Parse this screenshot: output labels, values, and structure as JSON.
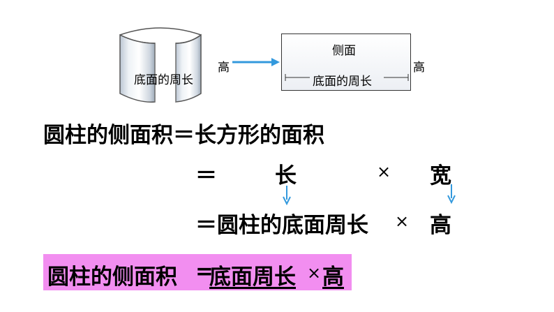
{
  "diagram": {
    "cylinder_label": "底面的周长",
    "arrow_height_label": "高",
    "rect_top_label": "侧面",
    "rect_bottom_label": "底面的周长",
    "rect_height_label": "高"
  },
  "derivation": {
    "line1": "圆柱的侧面积＝长方形的面积",
    "line2_eq": "＝",
    "line2_length": "长",
    "line2_times": "×",
    "line2_width": "宽",
    "line3_text": "＝圆柱的底面周长",
    "line3_times": "×",
    "line3_height": "高"
  },
  "conclusion": {
    "left": "圆柱的侧面积",
    "eq": "=",
    "perimeter": "底面周长",
    "times": "×",
    "height": "高"
  },
  "colors": {
    "arrow": "#3399dd",
    "highlight": "#f28ef0"
  }
}
